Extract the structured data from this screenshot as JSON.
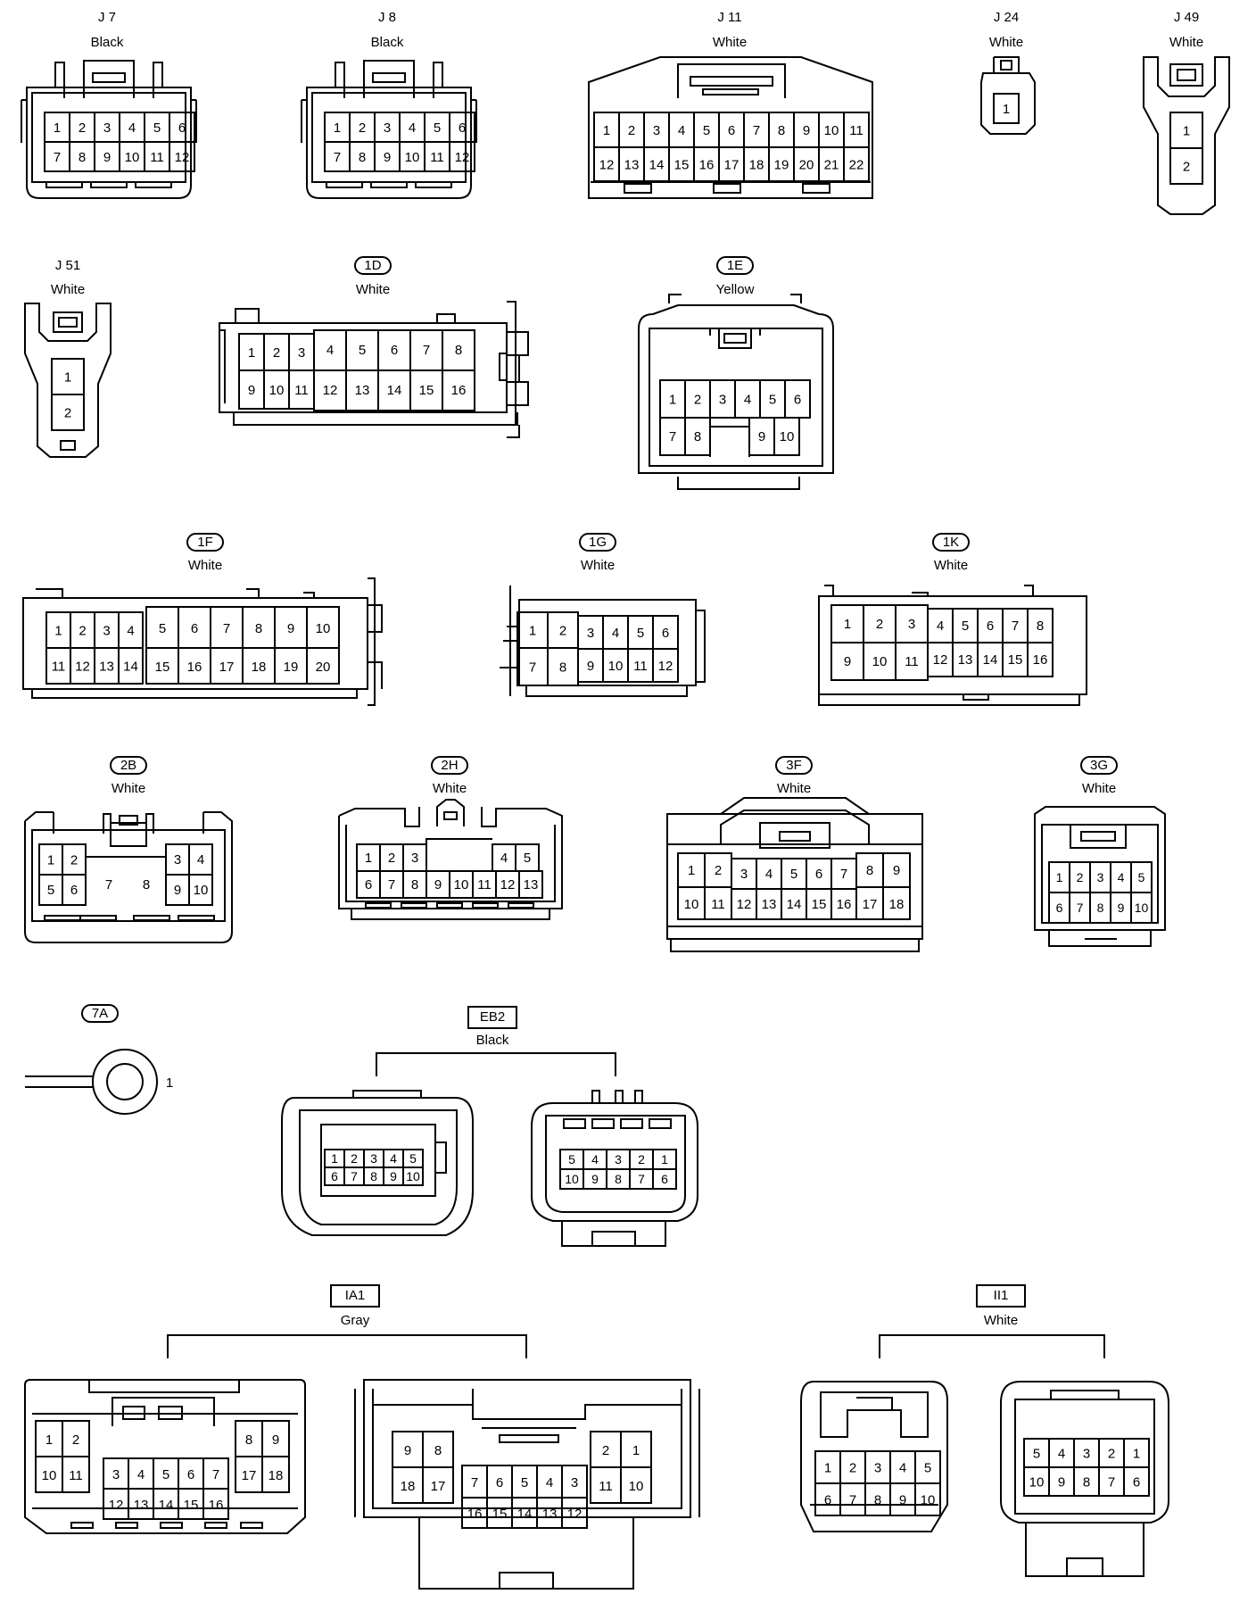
{
  "connectors": [
    {
      "id": "j7",
      "code": "J 7",
      "color": "Black",
      "rows": [
        [
          "1",
          "2",
          "3",
          "4",
          "5",
          "6"
        ],
        [
          "7",
          "8",
          "9",
          "10",
          "11",
          "12"
        ]
      ]
    },
    {
      "id": "j8",
      "code": "J 8",
      "color": "Black",
      "rows": [
        [
          "1",
          "2",
          "3",
          "4",
          "5",
          "6"
        ],
        [
          "7",
          "8",
          "9",
          "10",
          "11",
          "12"
        ]
      ]
    },
    {
      "id": "j11",
      "code": "J 11",
      "color": "White",
      "rows": [
        [
          "1",
          "2",
          "3",
          "4",
          "5",
          "6",
          "7",
          "8",
          "9",
          "10",
          "11"
        ],
        [
          "12",
          "13",
          "14",
          "15",
          "16",
          "17",
          "18",
          "19",
          "20",
          "21",
          "22"
        ]
      ]
    },
    {
      "id": "j24",
      "code": "J 24",
      "color": "White",
      "rows": [
        [
          "1"
        ]
      ]
    },
    {
      "id": "j49",
      "code": "J 49",
      "color": "White",
      "rows": [
        [
          "1"
        ],
        [
          "2"
        ]
      ]
    },
    {
      "id": "j51",
      "code": "J 51",
      "color": "White",
      "rows": [
        [
          "1"
        ],
        [
          "2"
        ]
      ]
    },
    {
      "id": "1d",
      "code": "1D",
      "color": "White",
      "rows": [
        [
          "1",
          "2",
          "3",
          "4",
          "5",
          "6",
          "7",
          "8"
        ],
        [
          "9",
          "10",
          "11",
          "12",
          "13",
          "14",
          "15",
          "16"
        ]
      ]
    },
    {
      "id": "1e",
      "code": "1E",
      "color": "Yellow",
      "rows": [
        [
          "1",
          "2",
          "3",
          "4",
          "5",
          "6"
        ],
        [
          "7",
          "8",
          "9",
          "10"
        ]
      ]
    },
    {
      "id": "1f",
      "code": "1F",
      "color": "White",
      "rows": [
        [
          "1",
          "2",
          "3",
          "4",
          "5",
          "6",
          "7",
          "8",
          "9",
          "10"
        ],
        [
          "11",
          "12",
          "13",
          "14",
          "15",
          "16",
          "17",
          "18",
          "19",
          "20"
        ]
      ]
    },
    {
      "id": "1g",
      "code": "1G",
      "color": "White",
      "rows": [
        [
          "1",
          "2",
          "3",
          "4",
          "5",
          "6"
        ],
        [
          "7",
          "8",
          "9",
          "10",
          "11",
          "12"
        ]
      ]
    },
    {
      "id": "1k",
      "code": "1K",
      "color": "White",
      "rows": [
        [
          "1",
          "2",
          "3",
          "4",
          "5",
          "6",
          "7",
          "8"
        ],
        [
          "9",
          "10",
          "11",
          "12",
          "13",
          "14",
          "15",
          "16"
        ]
      ]
    },
    {
      "id": "2b",
      "code": "2B",
      "color": "White",
      "rows": [
        [
          "1",
          "2",
          "3",
          "4"
        ],
        [
          "5",
          "6",
          "7",
          "8",
          "9",
          "10"
        ]
      ]
    },
    {
      "id": "2h",
      "code": "2H",
      "color": "White",
      "rows": [
        [
          "1",
          "2",
          "3",
          "4",
          "5"
        ],
        [
          "6",
          "7",
          "8",
          "9",
          "10",
          "11",
          "12",
          "13"
        ]
      ]
    },
    {
      "id": "3f",
      "code": "3F",
      "color": "White",
      "rows": [
        [
          "1",
          "2",
          "3",
          "4",
          "5",
          "6",
          "7",
          "8",
          "9"
        ],
        [
          "10",
          "11",
          "12",
          "13",
          "14",
          "15",
          "16",
          "17",
          "18"
        ]
      ]
    },
    {
      "id": "3g",
      "code": "3G",
      "color": "White",
      "rows": [
        [
          "1",
          "2",
          "3",
          "4",
          "5"
        ],
        [
          "6",
          "7",
          "8",
          "9",
          "10"
        ]
      ]
    },
    {
      "id": "7a",
      "code": "7A",
      "color": "",
      "rows": [
        [
          "1"
        ]
      ]
    },
    {
      "id": "eb2",
      "code": "EB2",
      "color": "Black",
      "rows": [
        [
          "1",
          "2",
          "3",
          "4",
          "5"
        ],
        [
          "6",
          "7",
          "8",
          "9",
          "10"
        ]
      ],
      "rows_b": [
        [
          "5",
          "4",
          "3",
          "2",
          "1"
        ],
        [
          "10",
          "9",
          "8",
          "7",
          "6"
        ]
      ]
    },
    {
      "id": "ia1",
      "code": "IA1",
      "color": "Gray",
      "rows_a": [
        [
          "1",
          "2",
          "8",
          "9"
        ],
        [
          "10",
          "11",
          "3",
          "4",
          "5",
          "6",
          "7",
          "17",
          "18"
        ],
        [
          "12",
          "13",
          "14",
          "15",
          "16"
        ]
      ],
      "rows_b": [
        [
          "9",
          "8",
          "2",
          "1"
        ],
        [
          "18",
          "17",
          "7",
          "6",
          "5",
          "4",
          "3",
          "11",
          "10"
        ],
        [
          "16",
          "15",
          "14",
          "13",
          "12"
        ]
      ]
    },
    {
      "id": "ii1",
      "code": "II1",
      "color": "White",
      "rows": [
        [
          "1",
          "2",
          "3",
          "4",
          "5"
        ],
        [
          "6",
          "7",
          "8",
          "9",
          "10"
        ]
      ],
      "rows_b": [
        [
          "5",
          "4",
          "3",
          "2",
          "1"
        ],
        [
          "10",
          "9",
          "8",
          "7",
          "6"
        ]
      ]
    }
  ]
}
